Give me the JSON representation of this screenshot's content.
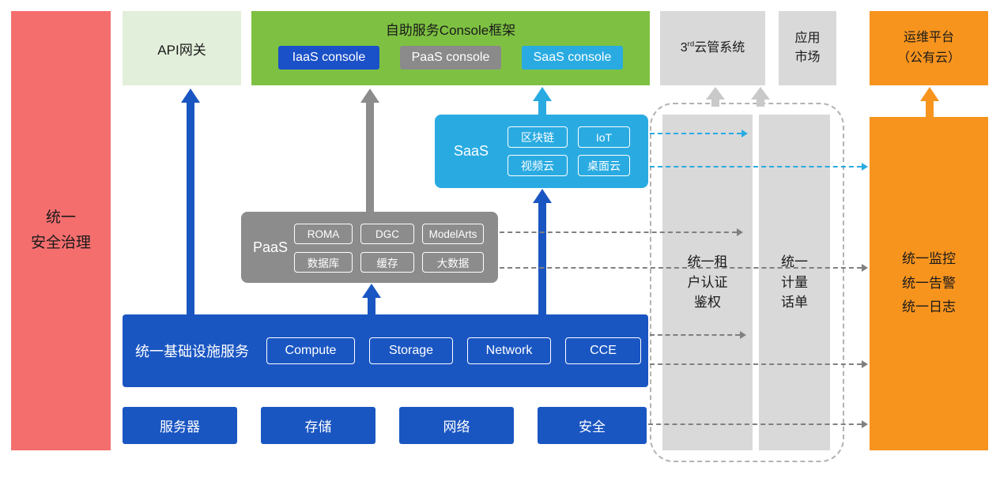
{
  "palette": {
    "red": "#F56E6E",
    "light_green": "#E2EFDA",
    "green": "#7EC142",
    "deep_blue": "#1A56C2",
    "gray": "#8C8C8C",
    "light_gray": "#D9D9D9",
    "cyan": "#29ABE2",
    "orange": "#F7941E"
  },
  "security_bar": {
    "label": "统一\n安全治理"
  },
  "api_gateway": {
    "label": "API网关"
  },
  "console_frame": {
    "title": "自助服务Console框架",
    "consoles": [
      {
        "label": "IaaS console"
      },
      {
        "label": "PaaS console"
      },
      {
        "label": "SaaS console"
      }
    ]
  },
  "third_party_cloud": {
    "prefix": "3",
    "sup": "rd",
    "suffix": "云管系统"
  },
  "app_market": {
    "label": "应用\n市场"
  },
  "om_platform": {
    "label": "运维平台\n（公有云）"
  },
  "saas": {
    "label": "SaaS",
    "items": [
      "区块链",
      "IoT",
      "视频云",
      "桌面云"
    ]
  },
  "paas": {
    "label": "PaaS",
    "items": [
      "ROMA",
      "DGC",
      "ModelArts",
      "数据库",
      "缓存",
      "大数据"
    ]
  },
  "infrastructure": {
    "label": "统一基础设施服务",
    "items": [
      "Compute",
      "Storage",
      "Network",
      "CCE"
    ]
  },
  "resources": {
    "items": [
      "服务器",
      "存储",
      "网络",
      "安全"
    ]
  },
  "tenant_auth_bar": {
    "label": "统一租\n户认证\n鉴权"
  },
  "metering_bar": {
    "label": "统一\n计量\n话单"
  },
  "monitoring_box": {
    "label": "统一监控\n统一告警\n统一日志"
  }
}
